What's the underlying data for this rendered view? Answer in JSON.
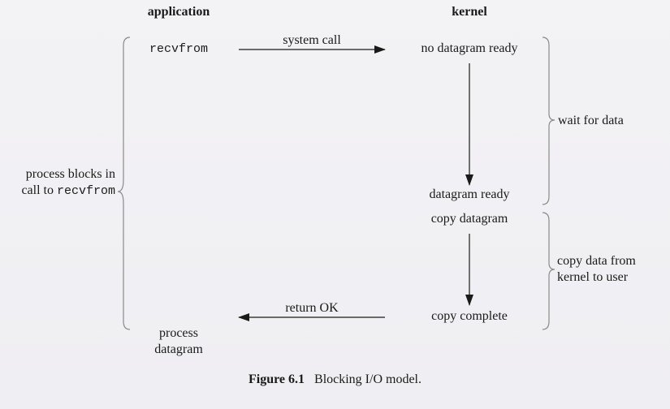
{
  "headers": {
    "application": "application",
    "kernel": "kernel"
  },
  "application": {
    "recvfrom": "recvfrom",
    "blocks_line1": "process blocks in",
    "blocks_line2_prefix": "call to ",
    "blocks_line2_code": "recvfrom",
    "process_line1": "process",
    "process_line2": "datagram"
  },
  "kernel": {
    "no_datagram_ready": "no datagram ready",
    "datagram_ready": "datagram ready",
    "copy_datagram": "copy datagram",
    "copy_complete": "copy complete"
  },
  "arrows": {
    "system_call": "system call",
    "return_ok": "return OK"
  },
  "phases": {
    "wait_for_data": "wait for data",
    "copy_line1": "copy data from",
    "copy_line2": "kernel to user"
  },
  "caption": {
    "label": "Figure 6.1",
    "text": "Blocking I/O model."
  },
  "colors": {
    "ink": "#1a1a1a",
    "brace": "#8a8a8a",
    "background": "#f2f1f4"
  }
}
